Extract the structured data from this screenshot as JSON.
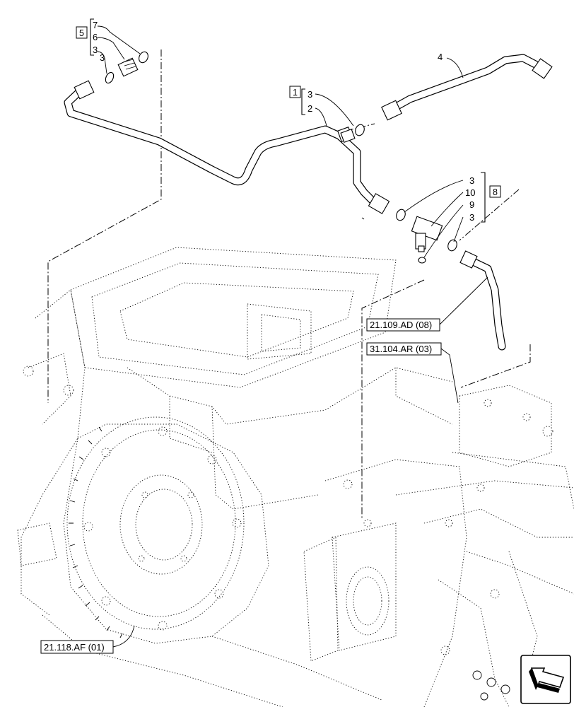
{
  "callouts": {
    "group_5": "5",
    "group_5_items": [
      "7",
      "6",
      "3"
    ],
    "group_5_extra": "3",
    "group_1": "1",
    "group_1_items": [
      "3",
      "2"
    ],
    "item_4": "4",
    "group_8": "8",
    "group_8_items": [
      "3",
      "10",
      "9",
      "3"
    ]
  },
  "references": {
    "ref_a": "21.109.AD (08)",
    "ref_b": "31.104.AR (03)",
    "ref_c": "21.118.AF (01)"
  },
  "nav_icon": "arrow-icon"
}
